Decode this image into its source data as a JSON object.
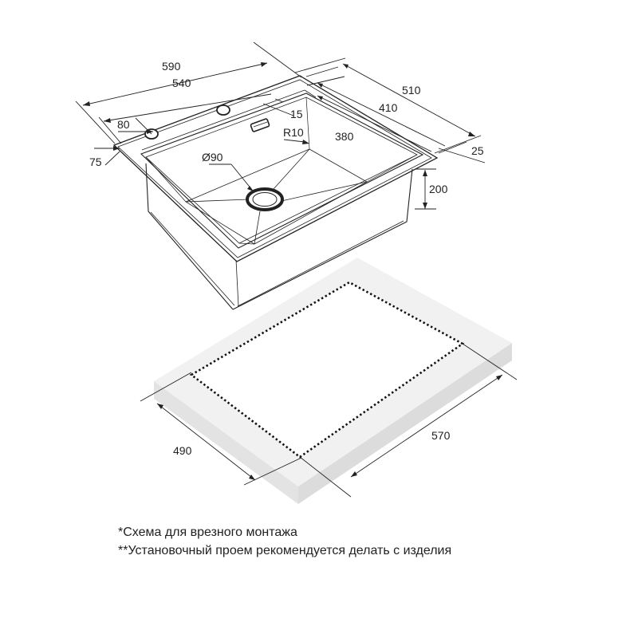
{
  "dimensions": {
    "overall_width": "590",
    "inner_width": "540",
    "hole_offset": "80",
    "side_margin": "75",
    "flange_front": "15",
    "corner_radius": "R10",
    "bowl_width": "380",
    "bowl_depth": "410",
    "overall_depth": "510",
    "rim_thickness": "25",
    "drain_diameter": "Ø90",
    "bowl_height": "200",
    "cutout_depth": "490",
    "cutout_width": "570"
  },
  "notes": {
    "line1": "*Схема для врезного монтажа",
    "line2": "**Установочный проем рекомендуется делать с изделия"
  },
  "colors": {
    "line": "#222222",
    "countertop_top": "#f2f2f2",
    "countertop_side": "#e3e3e3"
  }
}
